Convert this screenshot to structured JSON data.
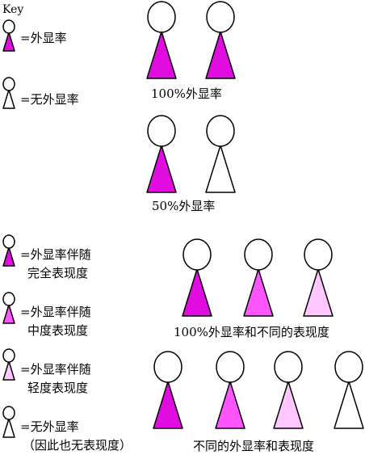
{
  "key_title": "Key",
  "colors": {
    "full": "#e00ce0",
    "moderate": "#ff55ff",
    "mild": "#ffc6ff",
    "none": "#ffffff",
    "stroke": "#000000"
  },
  "legend": {
    "full_penetrance": "=外显率",
    "no_penetrance": "=无外显率",
    "complete_expression_1": "=外显率伴随",
    "complete_expression_2": "完全表现度",
    "moderate_expression_1": "=外显率伴随",
    "moderate_expression_2": "中度表现度",
    "mild_expression_1": "=外显率伴随",
    "mild_expression_2": "轻度表现度",
    "none_expression_1": "=无外显率",
    "none_expression_2": "（因此也无表现度）"
  },
  "captions": {
    "full": "100%外显率",
    "half": "50%外显率",
    "full_varied": "100%外显率和不同的表现度",
    "varied": "不同的外显率和表现度"
  }
}
